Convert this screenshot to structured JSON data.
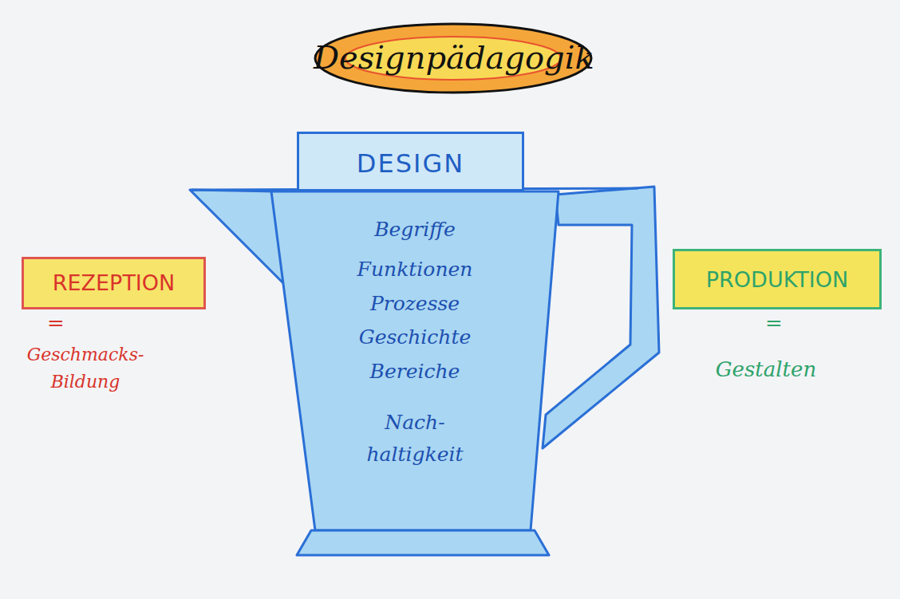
{
  "diagram": {
    "nodes": [
      {
        "text": [
          "Designpädagogik"
        ]
      },
      {
        "text": [
          "DESIGN"
        ]
      },
      {
        "text": [
          "Begriffe",
          "Funktionen",
          "Prozesse",
          "Geschichte",
          "Bereiche",
          "Nach- haltigkeit"
        ]
      },
      {
        "text": [
          "REZEPTION"
        ]
      },
      {
        "text": [
          "PRODUKTION"
        ]
      }
    ],
    "labels": [
      "=",
      "Geschmacks- Bildung",
      "=",
      "Gestalten"
    ]
  }
}
